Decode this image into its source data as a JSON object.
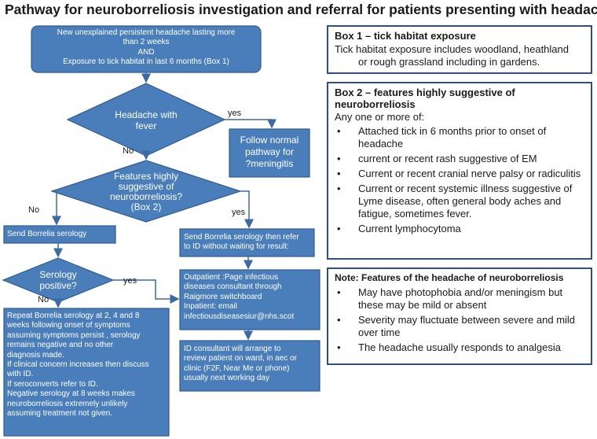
{
  "title": "Pathway for neuroborreliosis investigation and referral for patients presenting with headache",
  "flow": {
    "start": [
      "New unexplained persistent headache  lasting more",
      "than 2 weeks",
      "AND",
      "Exposure to tick habitat in last 6 months (Box 1)"
    ],
    "fever_question": [
      "Headache with",
      "fever"
    ],
    "follow_normal": [
      "Follow normal",
      "pathway for",
      "?meningitis"
    ],
    "features_question": [
      "Features highly",
      "suggestive of",
      "neuroborreliosis?",
      "(Box 2)"
    ],
    "send_serology": "Send Borrelia serology",
    "send_refer": [
      "Send Borrelia serology then refer",
      "to ID without waiting for result:"
    ],
    "serology_question": [
      "Serology",
      "positive?"
    ],
    "outpatient": [
      "Outpatient :Page infectious",
      "diseases consultant through",
      "Raigmore switchboard",
      "Inpatient: email",
      "infectiousdiseasesiur@nhs.scot"
    ],
    "repeat": [
      "Repeat  Borrelia serology at 2, 4 and 8",
      "weeks following onset of symptoms",
      "assuming symptoms persist , serology",
      "remains negative and no other",
      "diagnosis made.",
      "If clinical concern increases then discuss",
      "with ID.",
      "If seroconverts refer to ID.",
      "Negative serology at 8 weeks makes",
      "neuroborreliosis extremely unlikely",
      "assuming treatment not given."
    ],
    "id_consultant": [
      "ID consultant will arrange to",
      "review patient on ward, in aec or",
      "clinic  (F2F, Near Me or phone)",
      "usually next working day"
    ],
    "labels": {
      "yes1": "yes",
      "no1": "No",
      "no2": "No",
      "yes2": "yes",
      "yes3": "yes",
      "no3": "No"
    }
  },
  "box1": {
    "title": "Box 1 – tick habitat exposure",
    "text": [
      "Tick habitat exposure includes woodland, heathland",
      "or rough grassland including in gardens."
    ]
  },
  "box2": {
    "title": [
      "Box 2 – features highly suggestive of",
      "neuroborreliosis"
    ],
    "intro": "Any one or more of:",
    "items": [
      "Attached tick in 6 months prior to onset of headache",
      "current or recent rash suggestive of EM",
      "Current or recent cranial nerve palsy or radiculitis",
      "Current or recent systemic illness suggestive of Lyme disease, often general body aches and fatigue, sometimes fever.",
      "Current lymphocytoma"
    ]
  },
  "note": {
    "title": "Note: Features of the headache of neuroborreliosis",
    "items": [
      "May have photophobia and/or meningism but these may be mild or absent",
      "Severity may fluctuate between severe and mild over time",
      "The headache usually responds to analgesia"
    ]
  },
  "colors": {
    "node_fill": "#4a7ebb",
    "node_stroke": "#2f5b8f",
    "panel_border": "#2f4f7f"
  }
}
